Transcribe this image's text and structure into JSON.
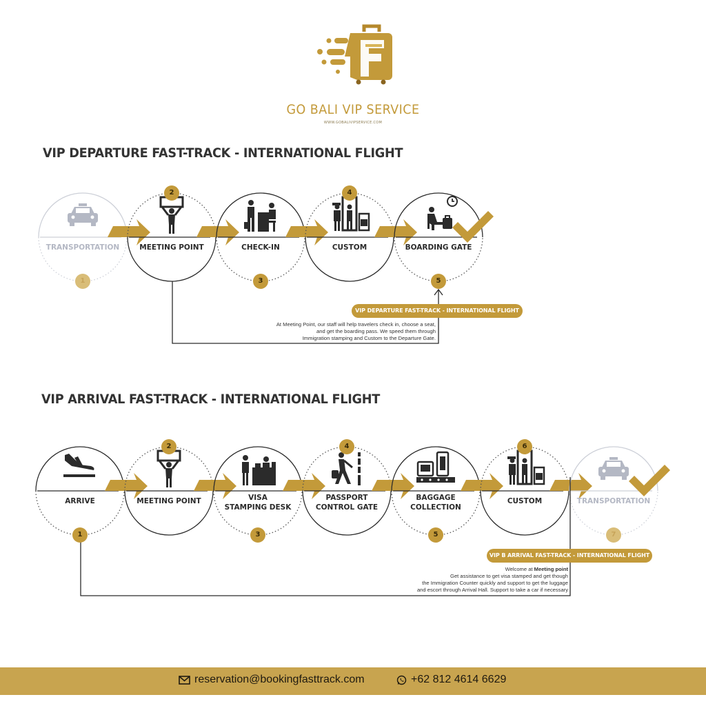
{
  "brand": {
    "name": "GO BALI VIP SERVICE",
    "url": "WWW.GOBALIVIPSERVICE.COM",
    "colors": {
      "gold": "#c39a3a",
      "dark": "#2b2b2b",
      "faded": "#b4b8c4"
    }
  },
  "departure": {
    "title": "VIP DEPARTURE FAST-TRACK - INTERNATIONAL FLIGHT",
    "steps": [
      {
        "number": "1",
        "label": "TRANSPORTATION",
        "icon": "taxi-icon",
        "faded": true
      },
      {
        "number": "2",
        "label": "MEETING POINT",
        "icon": "sign-holder-icon",
        "faded": false
      },
      {
        "number": "3",
        "label": "CHECK-IN",
        "icon": "check-in-desk-icon",
        "faded": false
      },
      {
        "number": "4",
        "label": "CUSTOM",
        "icon": "security-scanner-icon",
        "faded": false
      },
      {
        "number": "5",
        "label": "BOARDING GATE",
        "icon": "waiting-passenger-icon",
        "faded": false
      }
    ],
    "badge": "VIP DEPARTURE FAST-TRACK - INTERNATIONAL FLIGHT",
    "note": [
      "At Meeting Point, our staff will help travelers check in, choose a seat,",
      "and get the boarding pass. We speed them through",
      "Immigration stamping and Custom to the Departure Gate."
    ]
  },
  "arrival": {
    "title": "VIP ARRIVAL FAST-TRACK - INTERNATIONAL FLIGHT",
    "steps": [
      {
        "number": "1",
        "label": "ARRIVE",
        "icon": "plane-landing-icon",
        "faded": false
      },
      {
        "number": "2",
        "label": "MEETING POINT",
        "icon": "sign-holder-icon",
        "faded": false
      },
      {
        "number": "3",
        "label": "VISA\nSTAMPING DESK",
        "icon": "stamping-desk-icon",
        "faded": false
      },
      {
        "number": "4",
        "label": "PASSPORT\nCONTROL GATE",
        "icon": "walking-traveler-icon",
        "faded": false
      },
      {
        "number": "5",
        "label": "BAGGAGE\nCOLLECTION",
        "icon": "luggage-conveyor-icon",
        "faded": false
      },
      {
        "number": "6",
        "label": "CUSTOM",
        "icon": "security-scanner-icon",
        "faded": false
      },
      {
        "number": "7",
        "label": "TRANSPORTATION",
        "icon": "taxi-icon",
        "faded": true
      }
    ],
    "badge": "VIP B ARRIVAL FAST-TRACK - INTERNATIONAL FLIGHT",
    "note_welcome": "Welcome at",
    "note_welcome_bold": "Meeting point",
    "note": [
      "Get assistance to get visa stamped and get though",
      "the Immigration Counter quickly and support to get the luggage",
      "and escort through Arrival Hall. Support to take a car if necessary"
    ]
  },
  "footer": {
    "email": "reservation@bookingfasttrack.com",
    "phone": "+62 812 4614 6629",
    "email_icon": "envelope-icon",
    "phone_icon": "whatsapp-icon"
  }
}
